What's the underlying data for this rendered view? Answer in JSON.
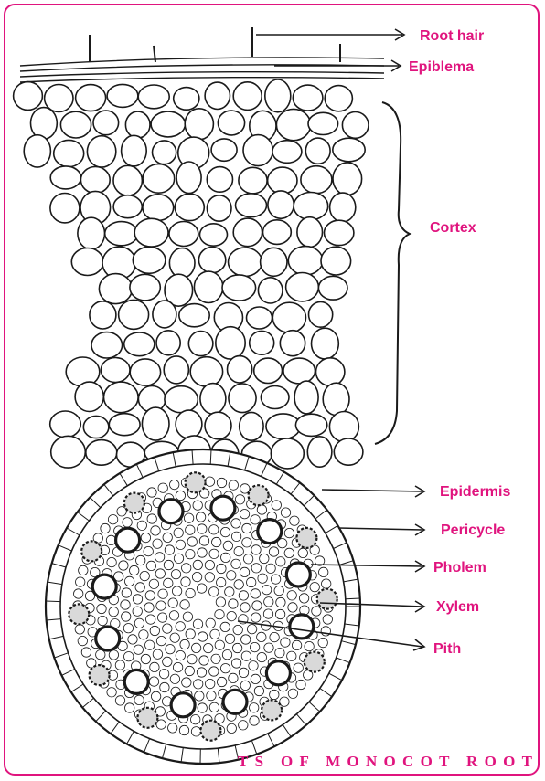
{
  "diagram": {
    "title": "TS OF MONOCOT ROOT",
    "labels": {
      "root_hair": "Root hair",
      "epiblema": "Epiblema",
      "cortex": "Cortex",
      "epidermis": "Epidermis",
      "pericycle": "Pericycle",
      "pholem": "Pholem",
      "xylem": "Xylem",
      "pith": "Pith"
    }
  },
  "colors": {
    "frame": "#e0147e",
    "label": "#e0147e",
    "ink": "#1a1a1a"
  }
}
